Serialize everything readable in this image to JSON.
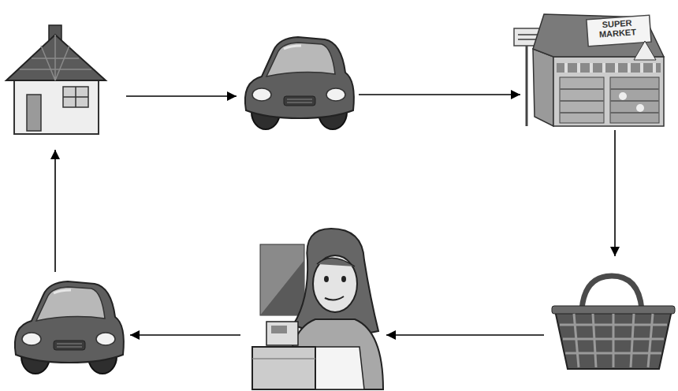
{
  "diagram": {
    "nodes": [
      {
        "text": []
      },
      {
        "text": []
      },
      {
        "text": [
          "SUPER MARKET"
        ]
      },
      {
        "text": []
      },
      {
        "text": []
      },
      {
        "text": []
      }
    ],
    "edges": [
      {
        "from": 0,
        "to": 1,
        "arrow": "to"
      },
      {
        "from": 1,
        "to": 2,
        "arrow": "to"
      },
      {
        "from": 2,
        "to": 3,
        "arrow": "to"
      },
      {
        "from": 3,
        "to": 4,
        "arrow": "to"
      },
      {
        "from": 4,
        "to": 5,
        "arrow": "to"
      },
      {
        "from": 5,
        "to": 0,
        "arrow": "to"
      }
    ]
  }
}
